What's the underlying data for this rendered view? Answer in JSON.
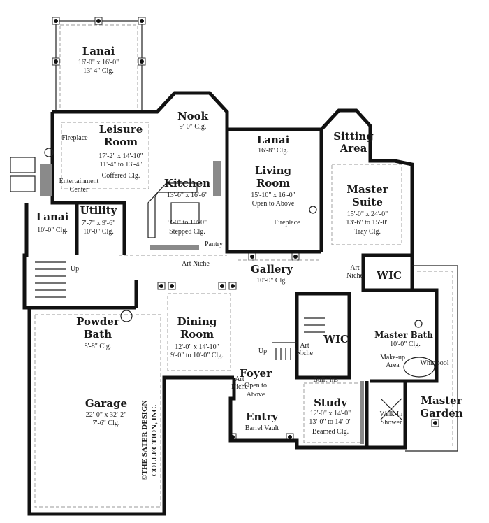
{
  "rooms": {
    "lanai_rear": {
      "name": "Lanai",
      "dims": "16'-0\" x 16'-0\"",
      "ceiling": "13'-4\" Clg."
    },
    "leisure": {
      "name1": "Leisure",
      "name2": "Room",
      "dims": "17'-2\" x 14'-10\"",
      "ceiling": "11'-4\" to 13'-4\"",
      "ceiling2": "Coffered Clg.",
      "fireplace": "Fireplace",
      "ent1": "Entertainment",
      "ent2": "Center"
    },
    "nook": {
      "name": "Nook",
      "ceiling": "9'-0\" Clg."
    },
    "kitchen": {
      "name": "Kitchen",
      "dims": "13'-6\" x 16'-6\"",
      "ceiling": "9'-0\" to 10'-0\"",
      "ceiling2": "Stepped Clg.",
      "pantry": "Pantry"
    },
    "lanai_side": {
      "name": "Lanai",
      "ceiling": "10'-0\" Clg."
    },
    "utility": {
      "name": "Utility",
      "dims": "7'-7\" x 9'-6\"",
      "ceiling": "10'-0\" Clg."
    },
    "art_niche_kitchen": "Art Niche",
    "stair_up_left": "Up",
    "powder": {
      "name1": "Powder",
      "name2": "Bath",
      "ceiling": "8'-8\" Clg."
    },
    "garage": {
      "name": "Garage",
      "dims": "22'-0\" x 32'-2\"",
      "ceiling": "7'-6\" Clg."
    },
    "dining": {
      "name1": "Dining",
      "name2": "Room",
      "dims": "12'-0\" x 14'-10\"",
      "ceiling": "9'-0\" to 10'-0\" Clg."
    },
    "lanai_living": {
      "name": "Lanai",
      "ceiling": "16'-8\" Clg."
    },
    "living": {
      "name1": "Living",
      "name2": "Room",
      "dims": "15'-10\" x 16'-0\"",
      "ceiling": "Open to Above",
      "fireplace": "Fireplace"
    },
    "sitting": {
      "name1": "Sitting",
      "name2": "Area"
    },
    "master_suite": {
      "name1": "Master",
      "name2": "Suite",
      "dims": "15'-0\" x 24'-0\"",
      "ceiling": "13'-6\" to 15'-0\"",
      "ceiling2": "Tray Clg."
    },
    "gallery": {
      "name": "Gallery",
      "ceiling": "10'-0\" Clg."
    },
    "art_niche_gallery": {
      "l1": "Art",
      "l2": "Niche"
    },
    "wic_master": {
      "name": "WIC"
    },
    "wic_2": {
      "name": "WIC"
    },
    "art_niche_stair": {
      "l1": "Art",
      "l2": "Niche"
    },
    "stair_up_foyer": "Up",
    "master_bath": {
      "name": "Master Bath",
      "ceiling": "10'-0\" Clg.",
      "makeup1": "Make-up",
      "makeup2": "Area",
      "whirlpool": "Whirlpool"
    },
    "foyer": {
      "name": "Foyer",
      "ceiling1": "Open to",
      "ceiling2": "Above",
      "niche1": "Art",
      "niche2": "Niche"
    },
    "built_ins": "Built-Ins",
    "study": {
      "name": "Study",
      "dims": "12'-0\" x 14'-0\"",
      "ceiling": "13'-0\" to 14'-0\"",
      "ceiling2": "Beamed Clg."
    },
    "entry": {
      "name": "Entry",
      "ceiling": "Barrel Vault"
    },
    "shower": {
      "l1": "Walk-In",
      "l2": "Shower"
    },
    "master_garden": {
      "name1": "Master",
      "name2": "Garden"
    }
  },
  "copyright": {
    "line1": "©THE SATER DESIGN",
    "line2": "COLLECTION, INC."
  }
}
